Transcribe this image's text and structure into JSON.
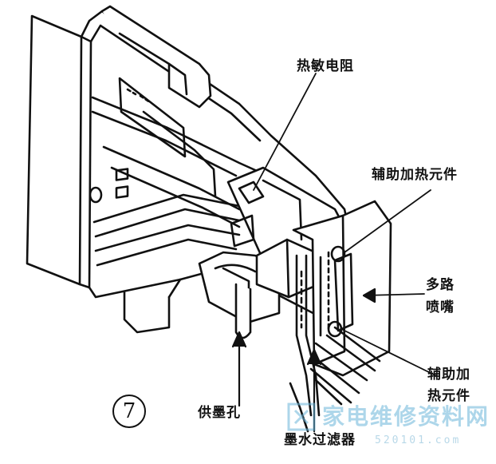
{
  "labels": {
    "thermistor": "热敏电阻",
    "aux_heater_top": "辅助加热元件",
    "nozzle_line1": "多路",
    "nozzle_line2": "喷嘴",
    "aux_heater_bottom_line1": "辅助加",
    "aux_heater_bottom_line2": "热元件",
    "ink_supply_hole": "供墨孔",
    "ink_filter": "墨水过滤器"
  },
  "figure_number": "7",
  "watermark": {
    "text": "家电维修资料网",
    "url": "520101.com",
    "color": "#6bb6d9"
  },
  "colors": {
    "ink": "#111111",
    "background": "#ffffff"
  }
}
